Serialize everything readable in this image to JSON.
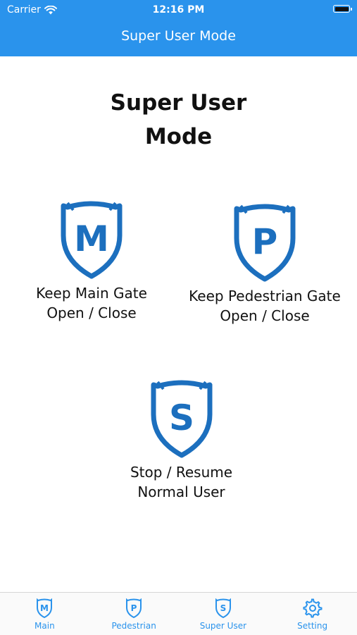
{
  "status_bar": {
    "carrier": "Carrier",
    "time": "12:16 PM"
  },
  "nav": {
    "title": "Super User Mode"
  },
  "page": {
    "title": "Super User\nMode"
  },
  "modes": [
    {
      "letter": "M",
      "label": "Keep Main Gate\nOpen / Close",
      "icon": "shield-m-icon"
    },
    {
      "letter": "P",
      "label": "Keep Pedestrian Gate\nOpen / Close",
      "icon": "shield-p-icon"
    },
    {
      "letter": "S",
      "label": "Stop / Resume\nNormal User",
      "icon": "shield-s-icon"
    }
  ],
  "tabs": [
    {
      "label": "Main",
      "letter": "M",
      "icon": "shield-m-icon"
    },
    {
      "label": "Pedestrian",
      "letter": "P",
      "icon": "shield-p-icon"
    },
    {
      "label": "Super User",
      "letter": "S",
      "icon": "shield-s-icon"
    },
    {
      "label": "Setting",
      "icon": "gear-icon"
    }
  ],
  "colors": {
    "accent": "#2a93ec",
    "shield": "#1c6fbe"
  }
}
